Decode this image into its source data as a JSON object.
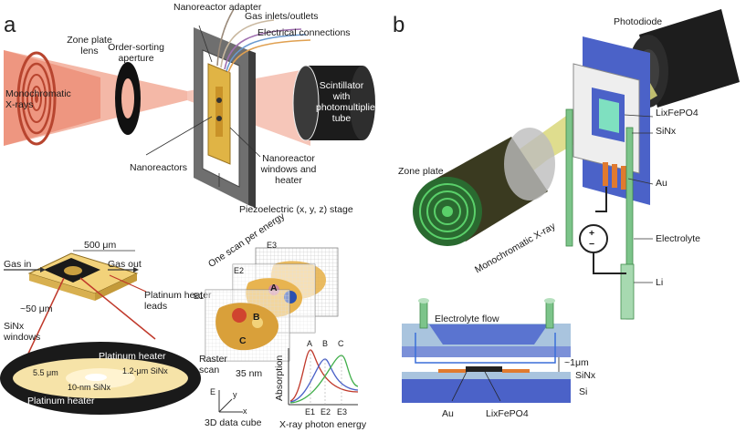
{
  "panels": {
    "a": {
      "letter": "a",
      "labels": {
        "nanoreactor_adapter": "Nanoreactor adapter",
        "gas_inlets": "Gas inlets/outlets",
        "electrical_connections": "Electrical connections",
        "zone_plate_lens": "Zone plate lens",
        "order_sorting_aperture": "Order-sorting aperture",
        "monochromatic_xrays": "Monochromatic X-rays",
        "scintillator": "Scintillator with photomultiplier tube",
        "nanoreactors": "Nanoreactors",
        "nanoreactor_windows": "Nanoreactor windows and heater",
        "piezo_stage": "Piezoelectric (x, y, z) stage"
      },
      "inset_chip": {
        "width_label": "500 μm",
        "gas_in": "Gas in",
        "gas_out": "Gas out",
        "thickness": "~50 μm",
        "sin_windows": "SiNx windows",
        "heater_leads": "Platinum heater leads",
        "heater_top": "Platinum heater",
        "heater_bottom": "Platinum heater",
        "dim_55": "5.5 μm",
        "dim_12": "1.2-μm SiNx",
        "dim_10": "10-nm SiNx"
      },
      "inset_scan": {
        "one_scan": "One scan per energy",
        "raster_scan": "Raster scan",
        "resolution": "35 nm",
        "data_cube": "3D data cube",
        "e_labels": [
          "E1",
          "E2",
          "E3"
        ],
        "phase_labels": [
          "A",
          "B",
          "C"
        ],
        "axis_E": "E",
        "axis_x": "x",
        "axis_y": "y"
      },
      "inset_spectrum": {
        "ylabel": "Absorption",
        "xlabel": "X-ray photon energy",
        "series": [
          "A",
          "B",
          "C"
        ],
        "ticks": [
          "E1",
          "E2",
          "E3"
        ]
      }
    },
    "b": {
      "letter": "b",
      "labels": {
        "photodiode": "Photodiode",
        "lifepo4": "LixFePO4",
        "sinx": "SiNx",
        "zone_plate": "Zone plate",
        "au": "Au",
        "mono_xray": "Monochromatic X-ray",
        "electrolyte": "Electrolyte",
        "li": "Li",
        "electrolyte_flow": "Electrolyte flow",
        "gap": "~1μm",
        "sinx_cross": "SiNx",
        "si": "Si",
        "au_cross": "Au",
        "lifepo4_cross": "LixFePO4",
        "plus": "+",
        "minus": "−"
      }
    }
  },
  "colors": {
    "beam_red": "#e8735a",
    "beam_yellow": "#d9d77a",
    "heater_black": "#1a1a1a",
    "chip_yellow": "#f2d27a",
    "frame_gray": "#6f6f6f",
    "cell_blue": "#4b62c8",
    "green_tube": "#3fae49",
    "orange_contact": "#e07a2f"
  }
}
